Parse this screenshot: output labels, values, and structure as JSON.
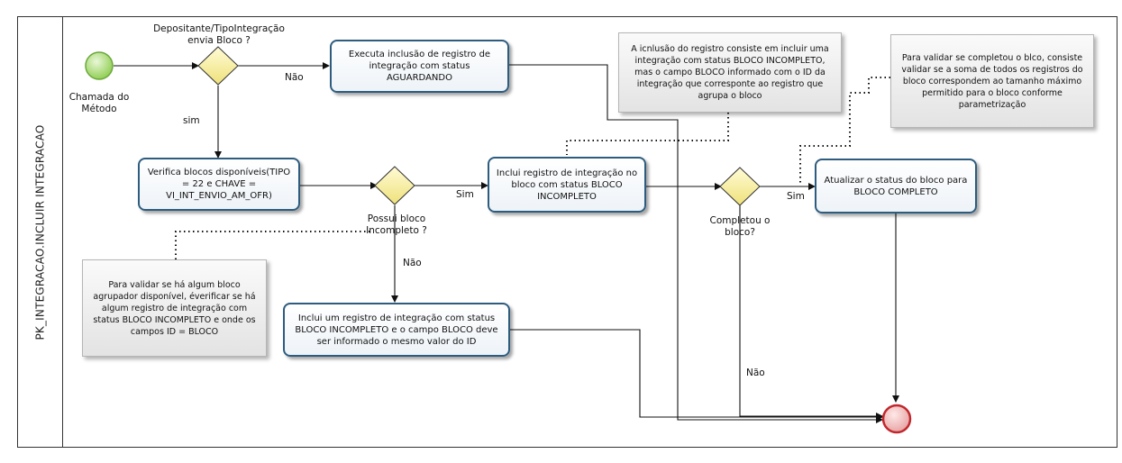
{
  "pool": {
    "label": "PK_INTEGRACAO.INCLUIR INTEGRACAO"
  },
  "start_event": {
    "label_line1": "Chamada do",
    "label_line2": "Método"
  },
  "gateway1": {
    "label_line1": "Depositante/TipoIntegração",
    "label_line2": "envia Bloco ?",
    "yes": "sim",
    "no": "Não"
  },
  "gateway2": {
    "label_line1": "Possui bloco",
    "label_line2": "Incompleto ?",
    "yes": "Sim",
    "no": "Não"
  },
  "gateway3": {
    "label_line1": "Completou o",
    "label_line2": "bloco?",
    "yes": "Sim",
    "no": "Não"
  },
  "tasks": {
    "executa": "Executa inclusão de registro de integração com status AGUARDANDO",
    "verifica": "Verifica blocos disponíveis(TIPO = 22 e CHAVE = VI_INT_ENVIO_AM_OFR)",
    "inclui_registro": "Inclui registro de integração no bloco com status BLOCO INCOMPLETO",
    "inclui_um": "Inclui um registro de integração com status BLOCO INCOMPLETO e o campo BLOCO deve ser informado o mesmo valor do ID",
    "atualizar": "Atualizar o status do bloco para BLOCO COMPLETO"
  },
  "notes": {
    "inclusao": "A icnlusão do registro consiste em incluir uma integração com status BLOCO INCOMPLETO, mas o campo BLOCO informado com o ID da integração que corresponte ao registro que agrupa o bloco",
    "validar_completo": "Para validar se completou o blco, consiste validar se a soma de todos os registros do bloco correspondem ao tamanho máximo permitido para o bloco conforme parametrização",
    "validar_bloco": "Para validar se há algum bloco agrupador disponível, éverificar se há algum registro de integração com status BLOCO INCOMPLETO e onde os campos ID = BLOCO"
  },
  "colors": {
    "start": "#8ccc4c",
    "end": "#c0282e",
    "gateway": "#f3e79a",
    "task_border": "#2d5c7f"
  }
}
